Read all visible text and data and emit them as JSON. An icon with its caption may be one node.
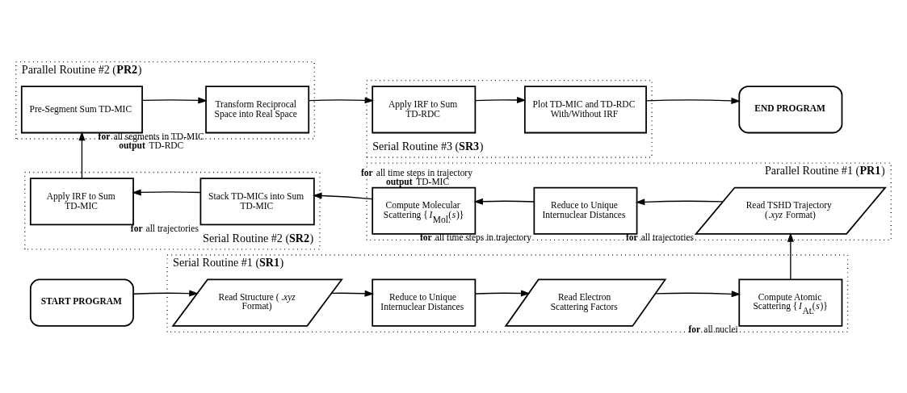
{
  "diagram": {
    "nodes": [
      {
        "text": [
          "START PROGRAM"
        ]
      },
      {
        "text": [
          "Serial Routine #1 (**SR1**)"
        ]
      },
      {
        "text": [
          "Read Structure (*.xyz* Format)"
        ],
        "in": 1
      },
      {
        "text": [
          "Reduce to Unique Internuclear Distances"
        ],
        "in": 1
      },
      {
        "text": [
          "Read Electron Scattering Factors"
        ],
        "in": 1
      },
      {
        "text": [
          "Compute Atomic Scattering {*I*$_{At.}$(*s*)}"
        ],
        "in": 1,
        "beside": [
          "**for** all nuclei"
        ]
      },
      {
        "text": [
          "Parallel Routine #1 (**PR1**)"
        ]
      },
      {
        "text": [
          "Read TSHD Trajectory (*.xyz* Format)"
        ],
        "in": 6,
        "beside": [
          "**for** all trajectories"
        ]
      },
      {
        "text": [
          "Reduce to Unique Internuclear Distances"
        ],
        "in": 6,
        "beside": [
          "**for** all time steps in trajectory"
        ]
      },
      {
        "text": [
          "Compute Molecular Scattering {*I*$_{Mol.}$(*s*)}"
        ],
        "in": 6,
        "beside": [
          "**for** all time steps in trajectory",
          "**output** TD-MIC"
        ]
      },
      {
        "text": [
          "Serial Routine #2 (**SR2**)"
        ]
      },
      {
        "text": [
          "Stack TD-MICs into Sum TD-MIC"
        ],
        "in": 10,
        "beside": [
          "**for** all trajectories"
        ]
      },
      {
        "text": [
          "Apply IRF to Sum TD-MIC"
        ],
        "in": 10
      },
      {
        "text": [
          "Parallel Routine #2 (**PR2**)"
        ]
      },
      {
        "text": [
          "Pre-Segment Sum TD-MIC"
        ],
        "in": 13
      },
      {
        "text": [
          "Transform Reciprocal Space into Real Space"
        ],
        "in": 13,
        "beside": [
          "**for** all segments in TD-MIC",
          "**output** TD-RDC"
        ]
      },
      {
        "text": [
          "Serial Routine #3 (**SR3**)"
        ]
      },
      {
        "text": [
          "Apply IRF to Sum TD-RDC"
        ],
        "in": 16
      },
      {
        "text": [
          "Plot TD-MIC and TD-RDC With/Without IRF"
        ],
        "in": 16
      },
      {
        "text": [
          "END PROGRAM"
        ]
      }
    ],
    "edges": [
      {
        "from": 0,
        "to": 2,
        "arrow": "to"
      },
      {
        "from": 2,
        "to": 3,
        "arrow": "to"
      },
      {
        "from": 3,
        "to": 4,
        "arrow": "to"
      },
      {
        "from": 4,
        "to": 5,
        "arrow": "to"
      },
      {
        "from": 5,
        "to": 7,
        "arrow": "to"
      },
      {
        "from": 7,
        "to": 8,
        "arrow": "to"
      },
      {
        "from": 8,
        "to": 9,
        "arrow": "to"
      },
      {
        "from": 9,
        "to": 11,
        "arrow": "to"
      },
      {
        "from": 11,
        "to": 12,
        "arrow": "to"
      },
      {
        "from": 12,
        "to": 14,
        "arrow": "to"
      },
      {
        "from": 14,
        "to": 15,
        "arrow": "to"
      },
      {
        "from": 15,
        "to": 17,
        "arrow": "to"
      },
      {
        "from": 17,
        "to": 18,
        "arrow": "to"
      },
      {
        "from": 18,
        "to": 19,
        "arrow": "to"
      }
    ]
  }
}
